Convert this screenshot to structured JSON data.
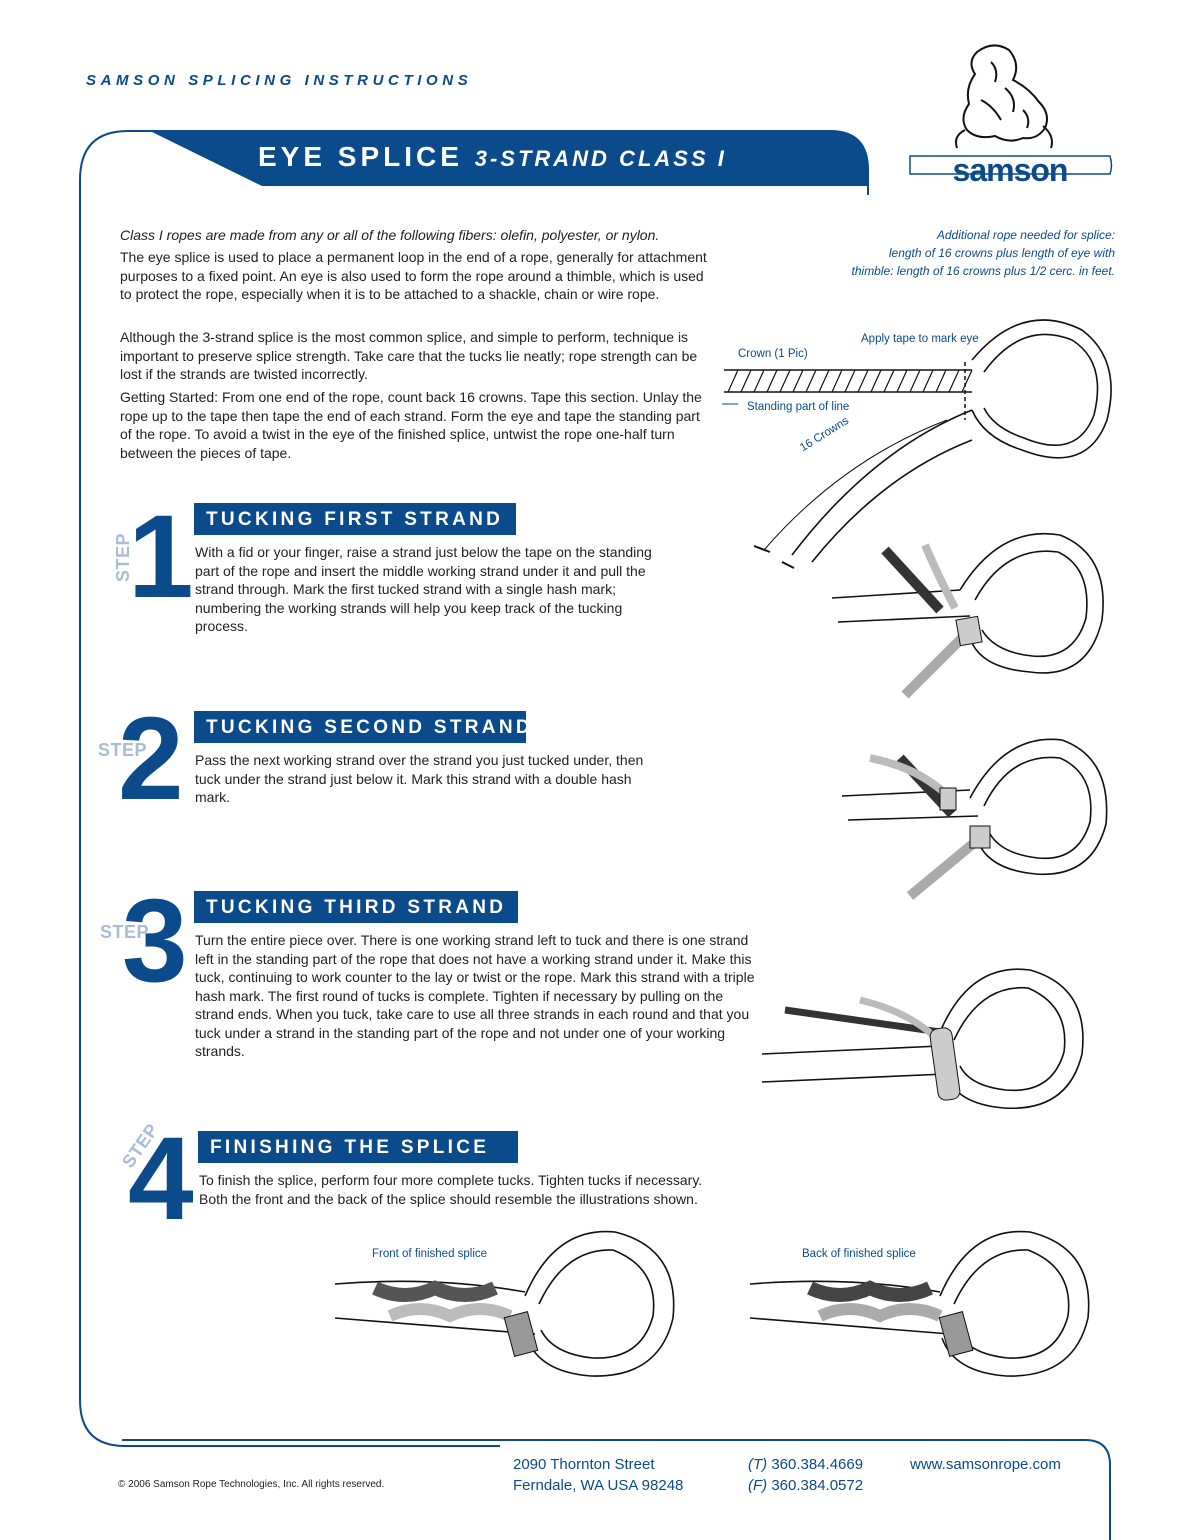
{
  "header": {
    "label": "SAMSON SPLICING INSTRUCTIONS",
    "title_main": "EYE SPLICE",
    "title_sub": "3-STRAND CLASS I",
    "logo_text": "samson"
  },
  "intro": {
    "class_note": "Class I ropes are made from any or all of the following fibers: olefin, polyester, or nylon.",
    "p1": "The eye splice is used to place a permanent loop in the end of a rope, generally for attachment purposes to a fixed point. An eye is also used to form the rope around a thimble, which is used to protect the rope, especially when it is to be attached to a shackle, chain or wire rope.",
    "p2": "Although the 3-strand splice is the most common splice, and simple to perform, technique is important to preserve splice strength. Take care that the tucks lie neatly; rope strength can be lost if the strands are twisted incorrectly.",
    "p3": "Getting Started: From one end of the rope, count back 16 crowns. Tape this section. Unlay the rope up to the tape then tape the end of each strand. Form the eye and tape the standing part of the rope. To avoid a twist in the eye of the finished splice, untwist the rope one-half turn between the pieces of tape."
  },
  "side_note": {
    "line1": "Additional rope needed for splice:",
    "line2": "length of 16 crowns plus length of eye with",
    "line3": "thimble: length of 16 crowns plus 1/2 cerc. in feet."
  },
  "diagram_labels": {
    "apply_tape": "Apply tape to mark eye",
    "crown": "Crown (1 Pic)",
    "standing_part": "Standing part of line",
    "crowns16": "16 Crowns"
  },
  "steps": [
    {
      "word": "STEP",
      "number": "1",
      "title": "TUCKING FIRST STRAND",
      "text": "With a fid or your finger, raise a strand just below the tape on the standing part of the rope and insert the middle working strand under it and pull the strand through. Mark the first tucked strand with a single hash mark; numbering the working strands will help you keep track of the tucking process."
    },
    {
      "word": "STEP",
      "number": "2",
      "title": "TUCKING SECOND STRAND",
      "text": "Pass the next working strand over the strand you just tucked under, then tuck under the strand just below it. Mark this strand with a double hash mark."
    },
    {
      "word": "STEP",
      "number": "3",
      "title": "TUCKING THIRD STRAND",
      "text": "Turn the entire piece over. There is one working strand left to tuck and there is one strand left in the standing part of the rope that does not have a working strand under it. Make this tuck, continuing to work counter to the lay or twist or the rope. Mark this strand with a triple hash mark. The first round of tucks is complete. Tighten if necessary by pulling on the strand ends. When you tuck, take care to use all three strands in each round and that you tuck under a strand in the standing part of the rope and not under one of your working strands."
    },
    {
      "word": "STEP",
      "number": "4",
      "title": "FINISHING THE SPLICE",
      "text": "To finish the splice, perform four more complete tucks. Tighten tucks if necessary. Both the front and the back of the splice should resemble the illustrations shown."
    }
  ],
  "finished_labels": {
    "front": "Front of finished splice",
    "back": "Back of finished splice"
  },
  "footer": {
    "street": "2090 Thornton Street",
    "city": "Ferndale, WA USA 98248",
    "phone_label": "(T)",
    "phone": "360.384.4669",
    "fax_label": "(F)",
    "fax": "360.384.0572",
    "website": "www.samsonrope.com",
    "copyright": "© 2006 Samson Rope Technologies, Inc. All rights reserved."
  },
  "colors": {
    "brand_blue": "#0b4a8b",
    "step_word_light": "#a9bcd6"
  }
}
